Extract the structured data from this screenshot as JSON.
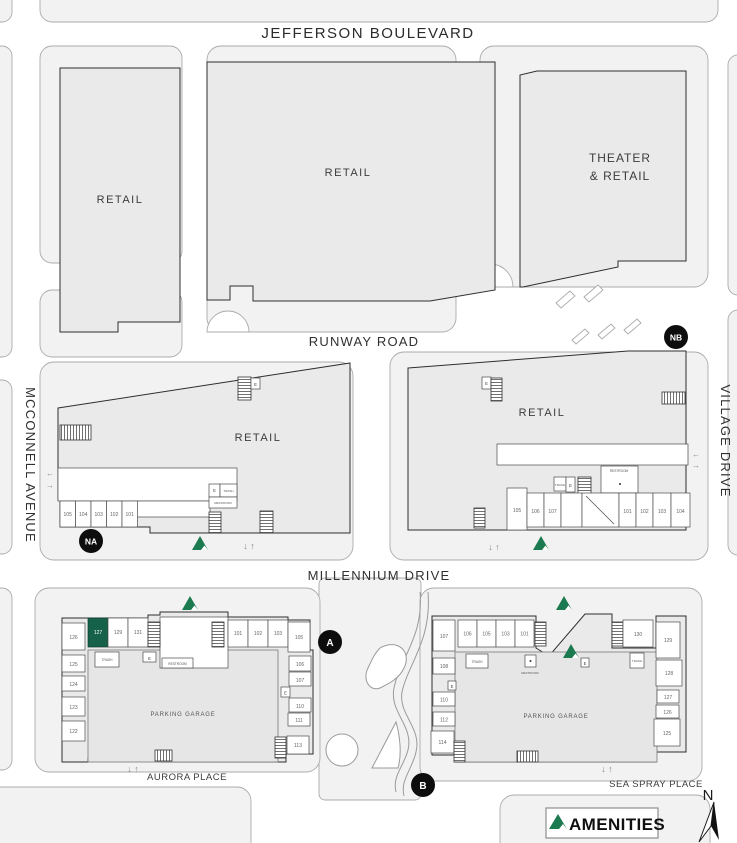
{
  "colors": {
    "amenity_green": "#1c7a50",
    "highlight_green": "#166149",
    "badge_black": "#0d0d0d",
    "parcel_gray": "#f2f2f2",
    "building_gray": "#eaeaea"
  },
  "streets": {
    "jefferson": "JEFFERSON BOULEVARD",
    "runway": "RUNWAY ROAD",
    "millennium": "MILLENNIUM DRIVE",
    "mcconnell": "MCCONNELL AVENUE",
    "village": "VILLAGE DRIVE",
    "aurora": "AURORA PLACE",
    "sea_spray": "SEA SPRAY PLACE"
  },
  "labels": {
    "retail": "RETAIL",
    "theater_line1": "THEATER",
    "theater_line2": "& RETAIL",
    "parking_garage": "PARKING GARAGE",
    "amenities": "AMENITIES",
    "north": "N"
  },
  "rooms": {
    "elevator": "E",
    "trash": "TRASH",
    "restroom": "RESTROOM"
  },
  "badges": {
    "na": "NA",
    "nb": "NB",
    "a": "A",
    "b": "B"
  },
  "arrows": {
    "down_up": "↓ ↑",
    "left": "←",
    "right": "→"
  },
  "units": {
    "na": [
      "105",
      "104",
      "103",
      "102",
      "101"
    ],
    "nb": [
      "105",
      "106",
      "107",
      "101",
      "102",
      "103",
      "104"
    ],
    "a_top": [
      "127",
      "129",
      "131",
      "101",
      "102",
      "103",
      "105"
    ],
    "a_left": [
      "126",
      "125",
      "124",
      "123",
      "122"
    ],
    "a_right": [
      "106",
      "107",
      "110",
      "111",
      "113"
    ],
    "b_left": [
      "107",
      "108",
      "110",
      "112",
      "114"
    ],
    "b_top": [
      "106",
      "105",
      "103",
      "101",
      "130"
    ],
    "b_right": [
      "129",
      "128",
      "127",
      "126",
      "125"
    ]
  },
  "highlighted_unit": "127"
}
